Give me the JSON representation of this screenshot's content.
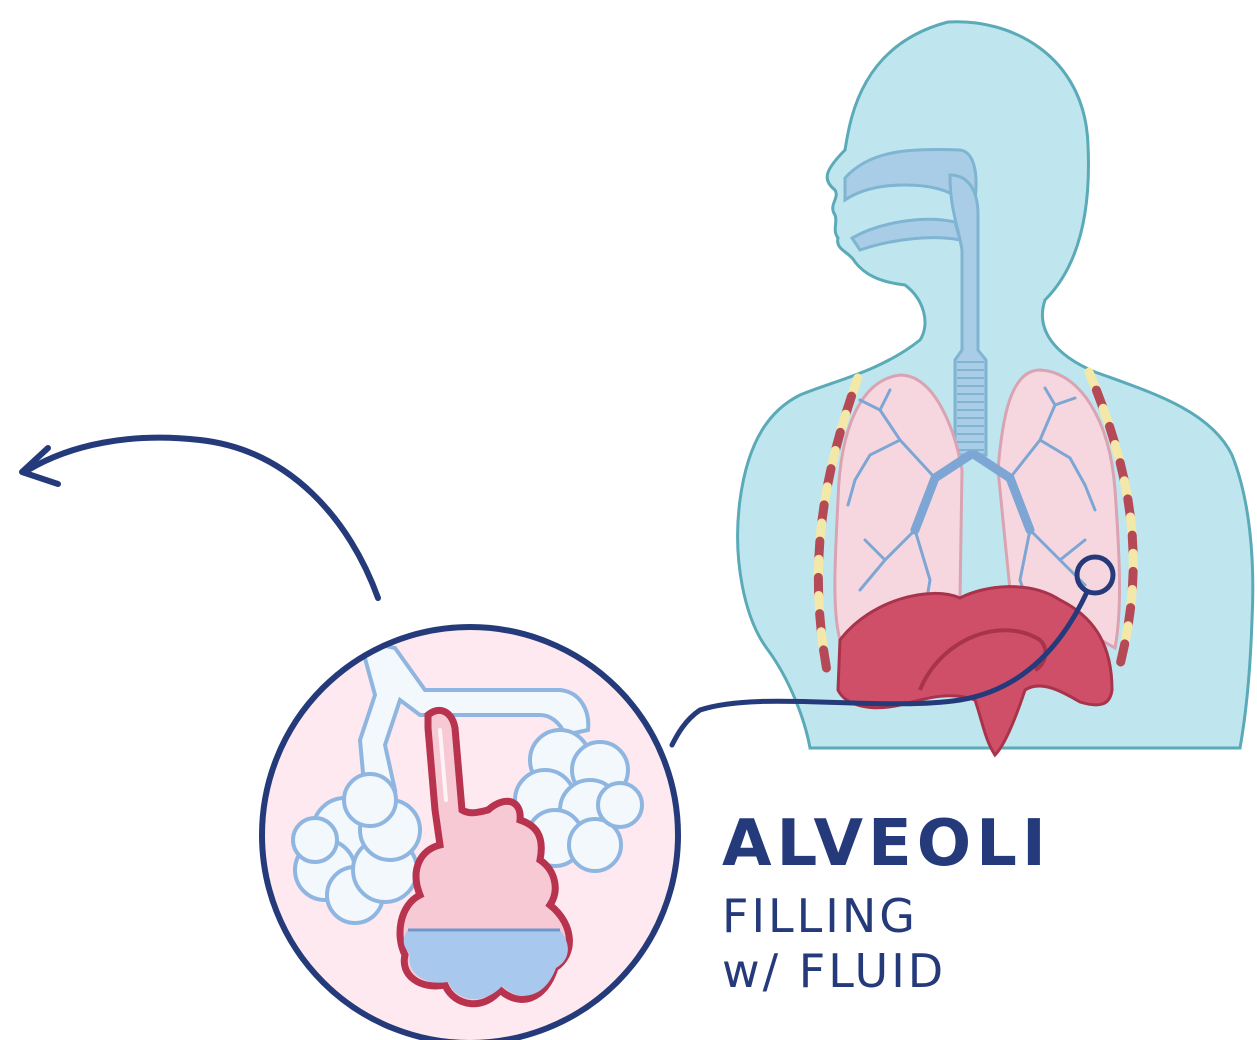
{
  "labels": {
    "main": "ALVEOLI",
    "line2": "FILLING",
    "line3": "w/ FLUID"
  },
  "colors": {
    "ink": "#253a7a",
    "body_fill": "#bfe6ee",
    "body_stroke": "#5aaab8",
    "airway_fill": "#a9cde6",
    "airway_stroke": "#7fb4d2",
    "lung_fill": "#f7d7df",
    "lung_stroke": "#d9a3b2",
    "bronchi": "#7da6d4",
    "diaphragm_fill": "#d04f68",
    "diaphragm_stroke": "#a8344c",
    "rib_light": "#f3e8a8",
    "rib_dark": "#b54a56",
    "inset_bg": "#fde9ef",
    "alveoli_fill": "#f3f8fd",
    "alveoli_stroke": "#8fb6e0",
    "vessel_fill": "#f7c9d4",
    "vessel_stroke": "#b8334e",
    "fluid_fill": "#a9c8ee"
  },
  "icons": {
    "arrow": "curved-arrow-left-icon",
    "focus_ring": "magnifier-circle-icon"
  }
}
